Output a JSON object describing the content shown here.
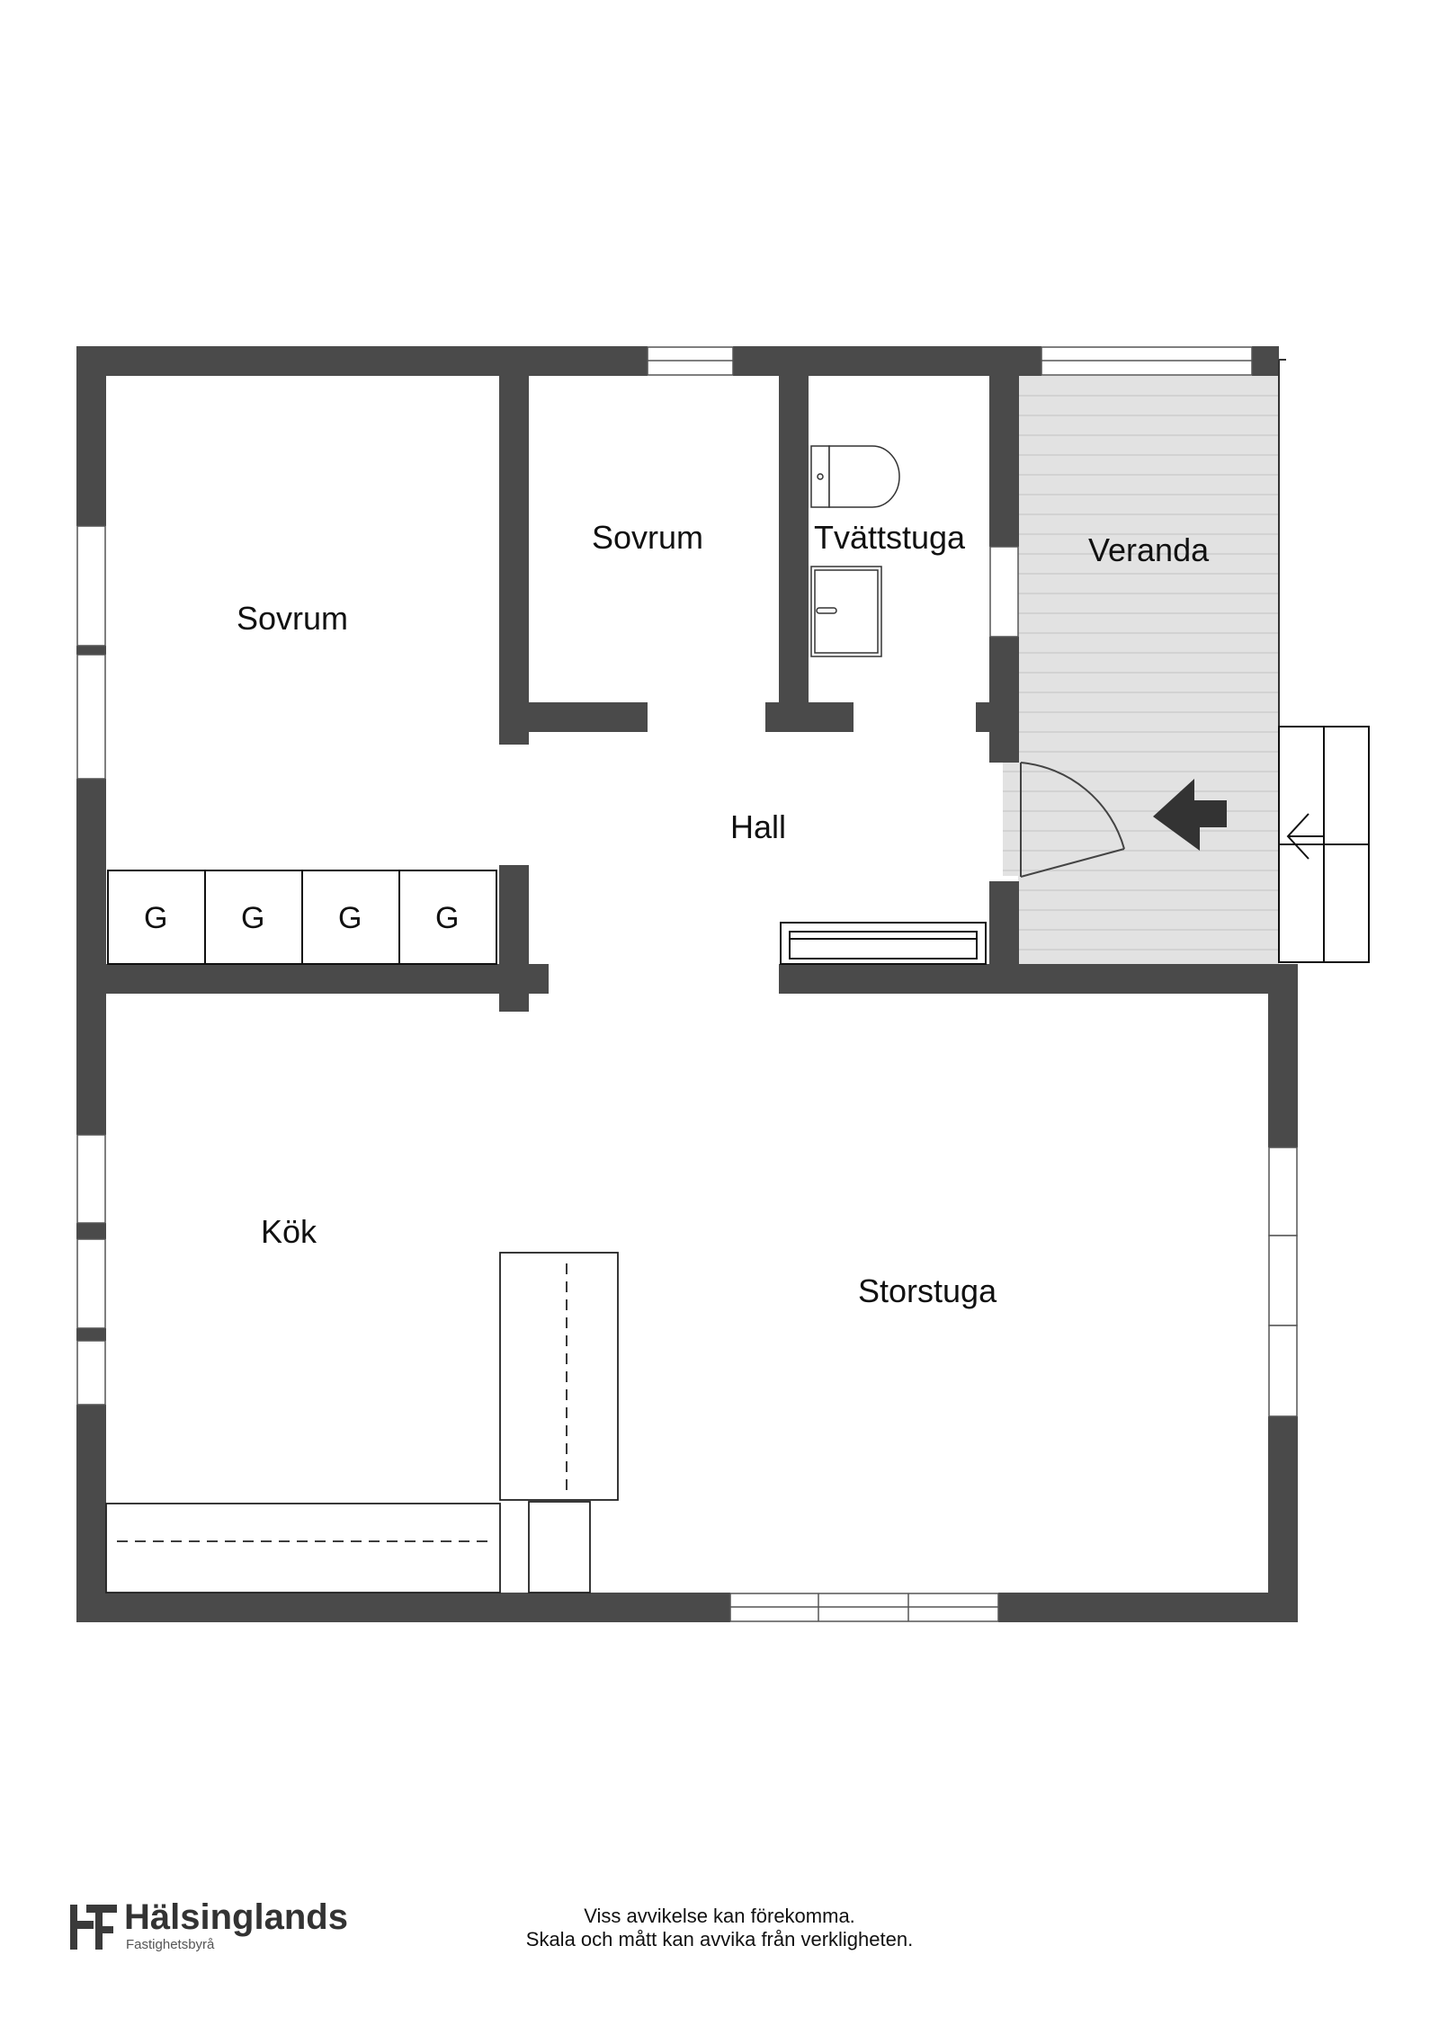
{
  "rooms": {
    "sovrum_large": "Sovrum",
    "sovrum_small": "Sovrum",
    "tvattstuga": "Tvättstuga",
    "veranda": "Veranda",
    "hall": "Hall",
    "kok": "Kök",
    "storstuga": "Storstuga"
  },
  "wardrobes": [
    "G",
    "G",
    "G",
    "G"
  ],
  "brand": {
    "name": "Hälsinglands",
    "subtitle": "Fastighetsbyrå"
  },
  "disclaimer": {
    "line1": "Viss avvikelse kan förekomma.",
    "line2": "Skala och mått kan avvika från verkligheten."
  },
  "colors": {
    "wall": "#4a4a4a",
    "veranda_floor": "#e4e4e4",
    "text": "#111111"
  },
  "icons": {
    "entrance": "entrance-arrow-icon",
    "logo": "hf-logo-icon"
  }
}
